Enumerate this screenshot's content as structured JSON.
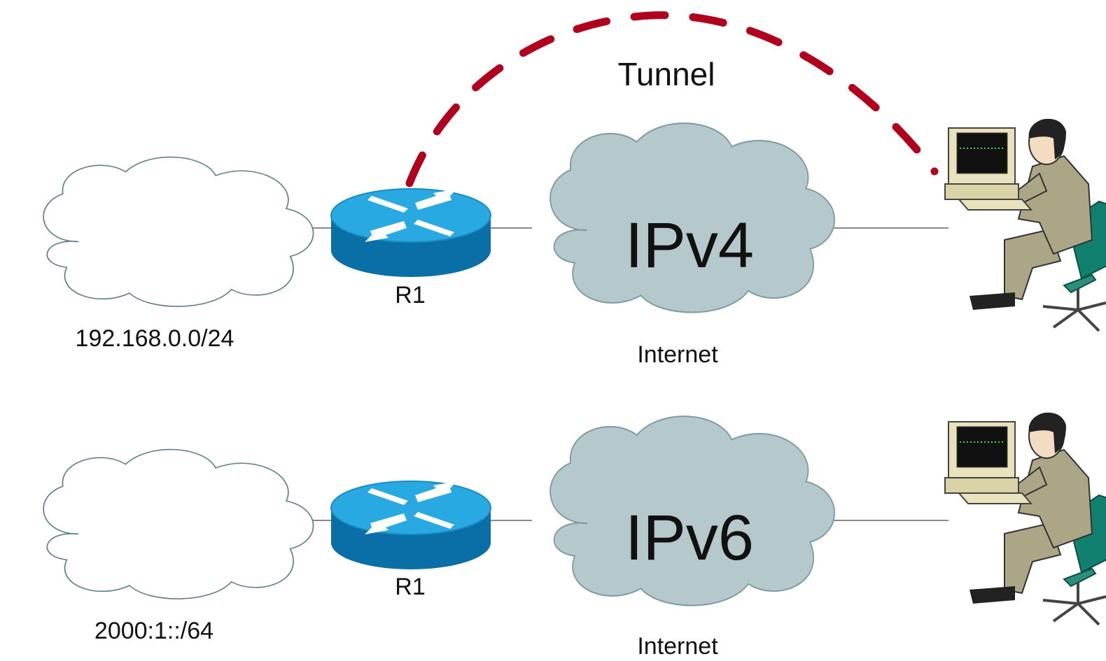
{
  "top": {
    "tunnel_label": "Tunnel",
    "lan_label": "192.168.0.0/24",
    "router_label": "R1",
    "cloud_label": "IPv4",
    "internet_label": "Internet"
  },
  "bottom": {
    "lan_label": "2000:1::/64",
    "router_label": "R1",
    "cloud_label": "IPv6",
    "internet_label": "Internet"
  },
  "colors": {
    "tunnel": "#b0001e",
    "router_top": "#29a9e1",
    "router_side": "#0a6fa6",
    "internet_cloud": "#b5c8cc",
    "lan_cloud_stroke": "#5d7f84"
  },
  "icons": [
    "router-icon",
    "cloud-icon",
    "user-workstation-icon"
  ]
}
